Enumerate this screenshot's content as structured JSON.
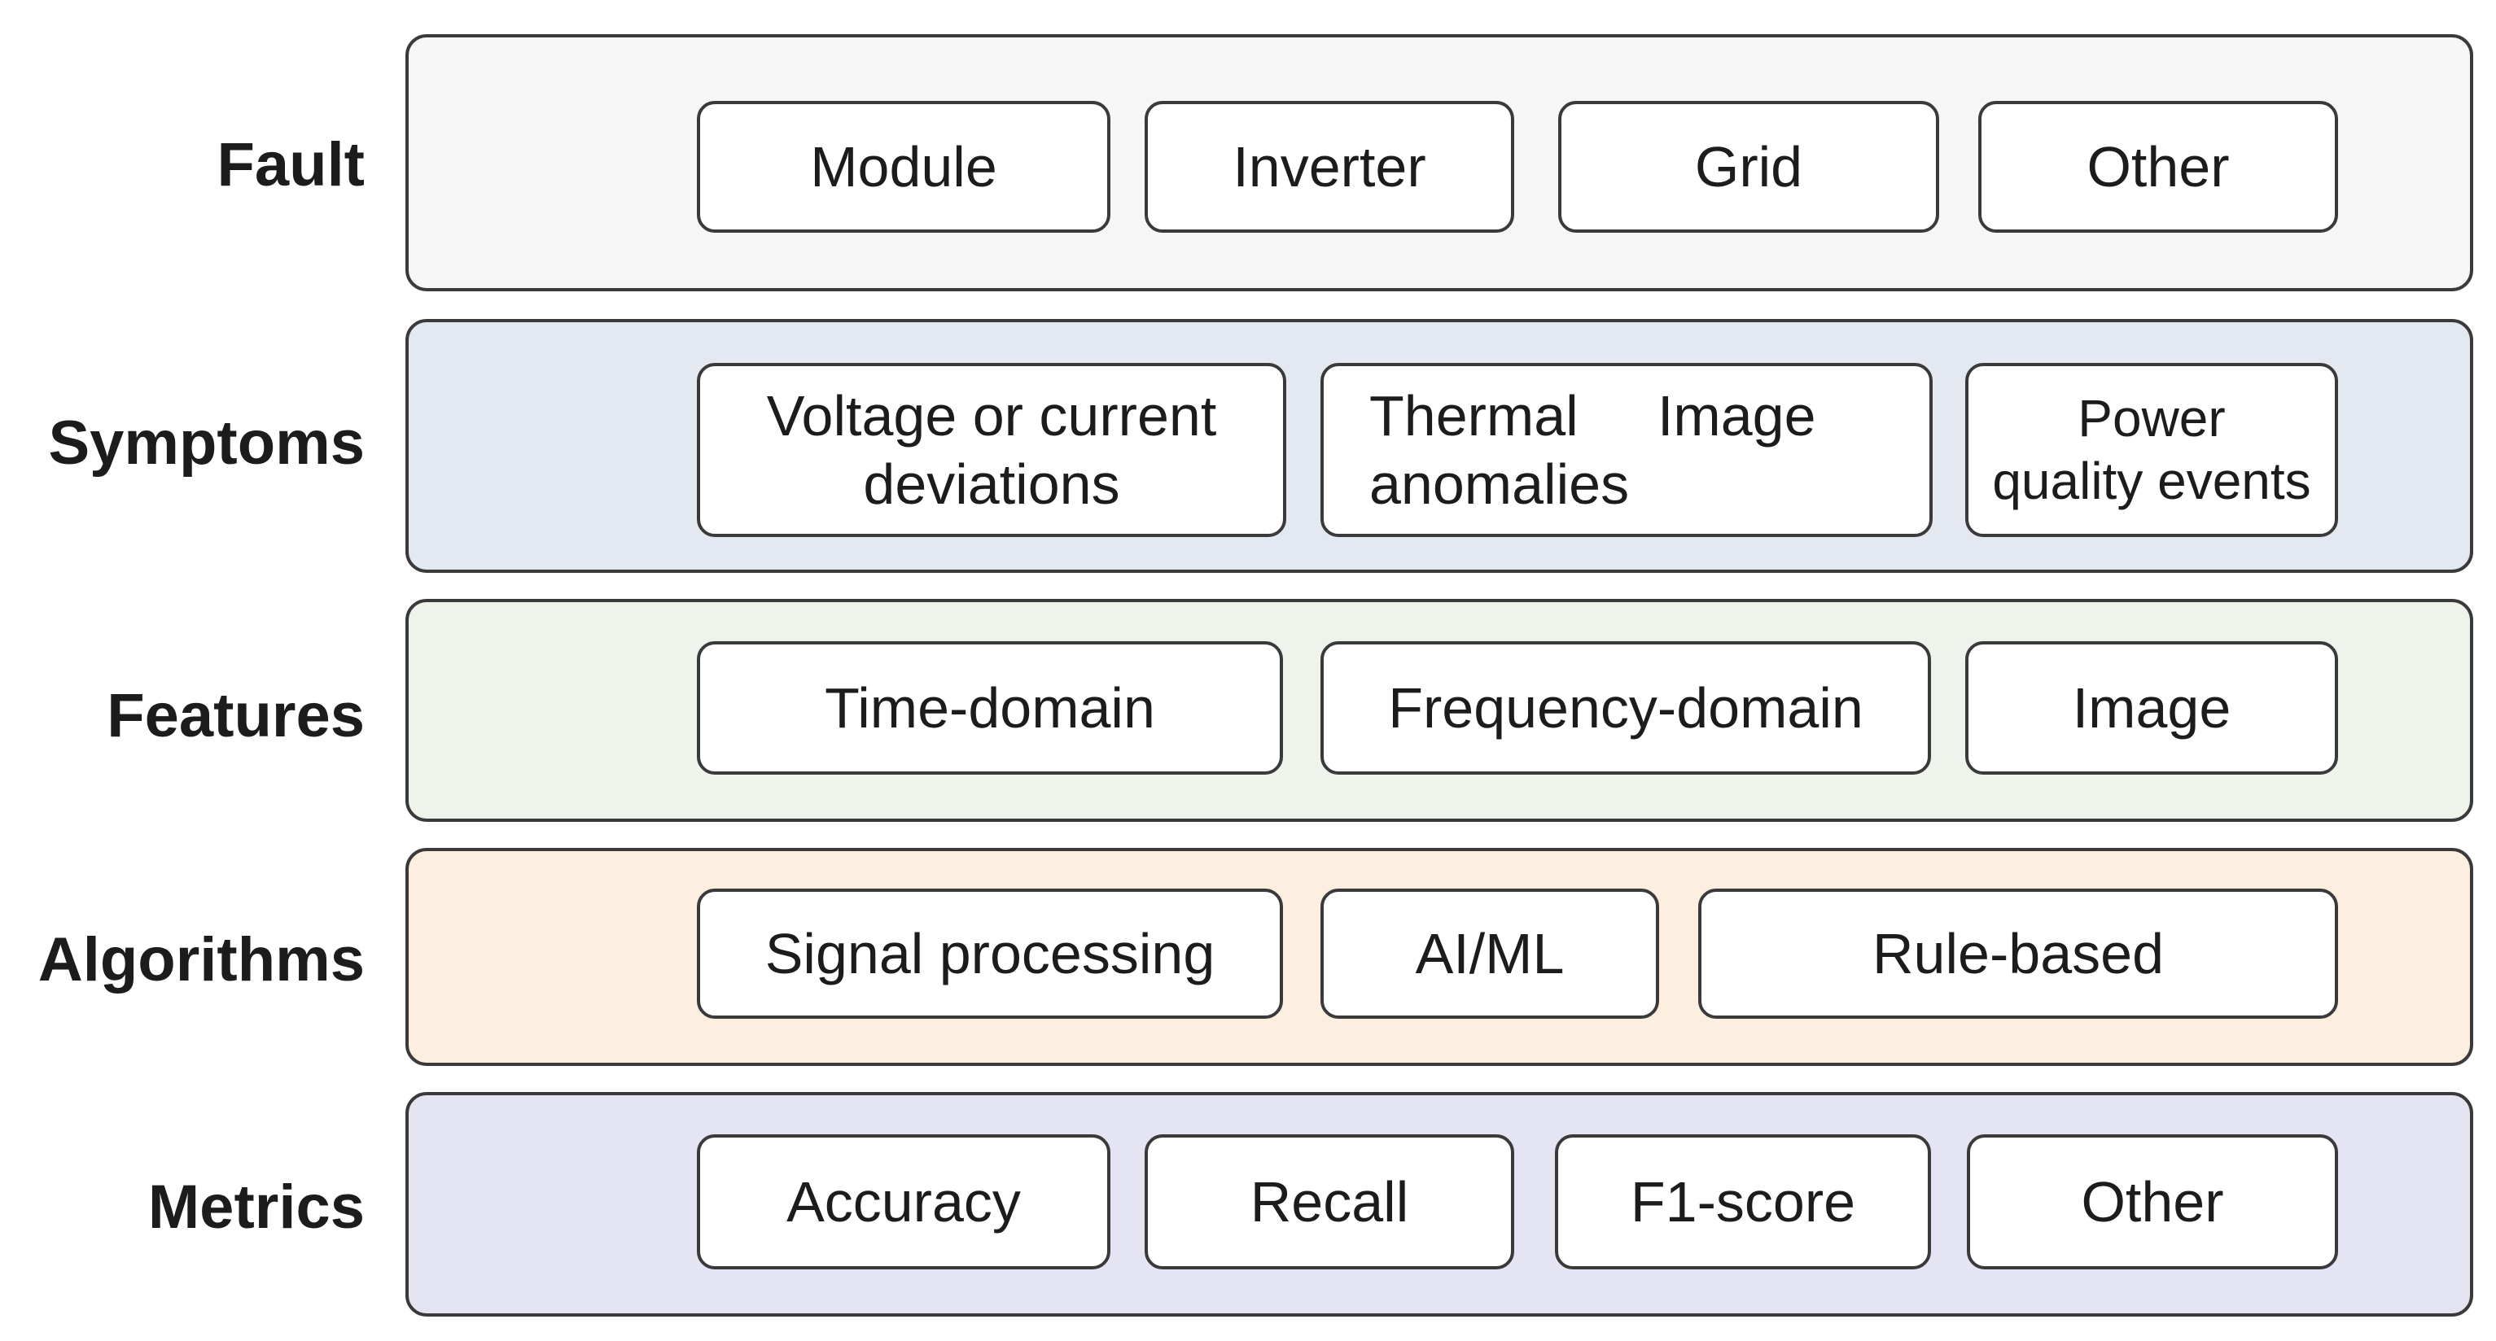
{
  "colors": {
    "fault": "#f6f6f6",
    "symptoms": "#e3e8f1",
    "features": "#eef4ec",
    "algorithms": "#fdefe0",
    "metrics": "#e4e4f3",
    "border": "#3a3a3a"
  },
  "rows": [
    {
      "label": "Fault",
      "items": [
        "Module",
        "Inverter",
        "Grid",
        "Other"
      ]
    },
    {
      "label": "Symptoms",
      "items": [
        "Voltage or current\ndeviations",
        "Thermal     Image\nanomalies",
        "Power\nquality events"
      ]
    },
    {
      "label": "Features",
      "items": [
        "Time-domain",
        "Frequency-domain",
        "Image"
      ]
    },
    {
      "label": "Algorithms",
      "items": [
        "Signal processing",
        "AI/ML",
        "Rule-based"
      ]
    },
    {
      "label": "Metrics",
      "items": [
        "Accuracy",
        "Recall",
        "F1-score",
        "Other"
      ]
    }
  ]
}
